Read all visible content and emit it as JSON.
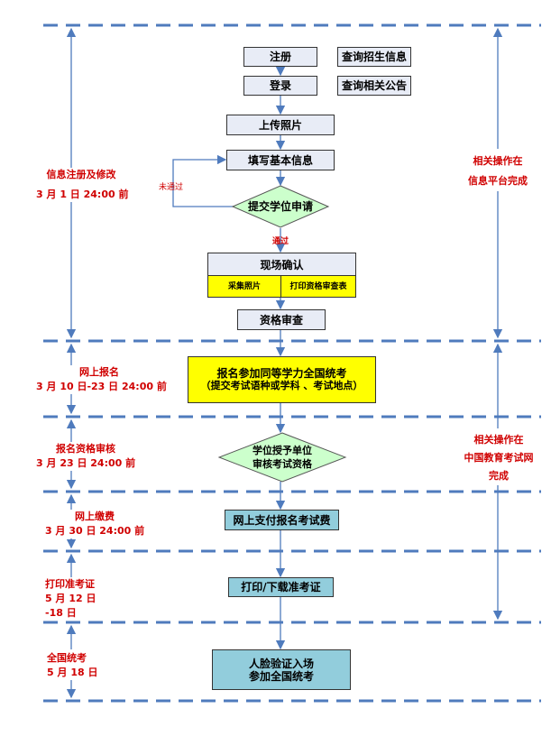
{
  "flow": {
    "register": "注册",
    "query_admission": "查询招生信息",
    "login": "登录",
    "query_notice": "查询相关公告",
    "upload_photo": "上传照片",
    "fill_info": "填写基本信息",
    "submit_application": "提交学位申请",
    "not_passed": "未通过",
    "passed": "通过",
    "onsite_confirm": "现场确认",
    "collect_photo": "采集照片",
    "print_form": "打印资格审查表",
    "qualification_review": "资格审查",
    "enroll_exam_line1": "报名参加同等学力全国统考",
    "enroll_exam_line2": "（提交考试语种或学科 、考试地点）",
    "unit_review_line1": "学位授予单位",
    "unit_review_line2": "审核考试资格",
    "pay_fee": "网上支付报名考试费",
    "print_ticket": "打印/下载准考证",
    "exam_line1": "人脸验证入场",
    "exam_line2": "参加全国统考"
  },
  "stages": [
    {
      "title": "信息注册及修改",
      "date": "3 月 1 日 24:00 前"
    },
    {
      "title": "网上报名",
      "date": "3 月 10 日-23 日 24:00 前"
    },
    {
      "title": "报名资格审核",
      "date": "3 月 23 日 24:00 前"
    },
    {
      "title": "网上缴费",
      "date": "3 月 30 日 24:00 前"
    },
    {
      "title": "打印准考证",
      "date": "5 月 12 日 -18 日"
    },
    {
      "title": "全国统考",
      "date": "5 月 18 日"
    }
  ],
  "right_notes": {
    "info_platform": [
      "相关操作在",
      "信息平台完成"
    ],
    "exam_site": [
      "相关操作在",
      "中国教育考试网",
      "完成"
    ]
  },
  "colors": {
    "line": "#4f7bbd",
    "label": "#d00000",
    "yellow": "#ffff00",
    "light_blue": "#92cddc",
    "box": "#e8ecf6",
    "diamond": "#ccffcc"
  }
}
